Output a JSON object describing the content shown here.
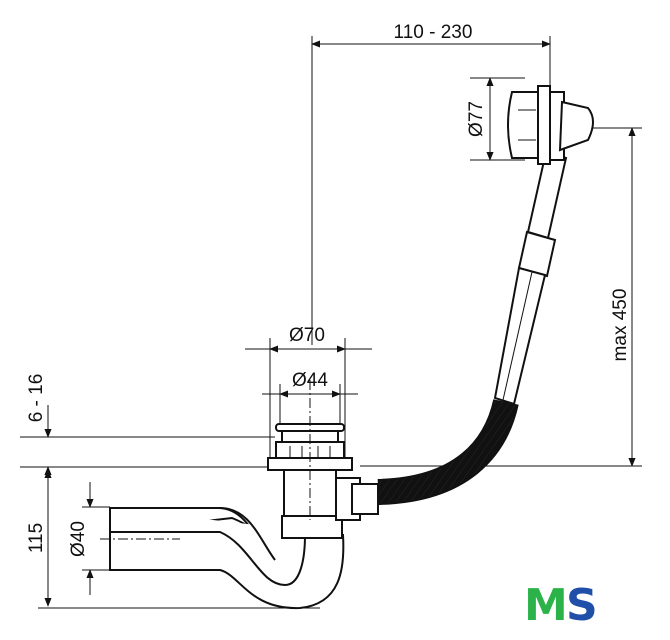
{
  "dimensions": {
    "overflow_reach": "110 - 230",
    "overflow_diameter": "Ø77",
    "overflow_height": "max 450",
    "waste_outer_diameter": "Ø70",
    "waste_inner_diameter": "Ø44",
    "tub_thickness": "6 - 16",
    "trap_height": "115",
    "outlet_diameter": "Ø40"
  },
  "logo": {
    "letter_1": "M",
    "letter_2": "S",
    "color_1": "#2bb34a",
    "color_2": "#1f4fa8"
  }
}
